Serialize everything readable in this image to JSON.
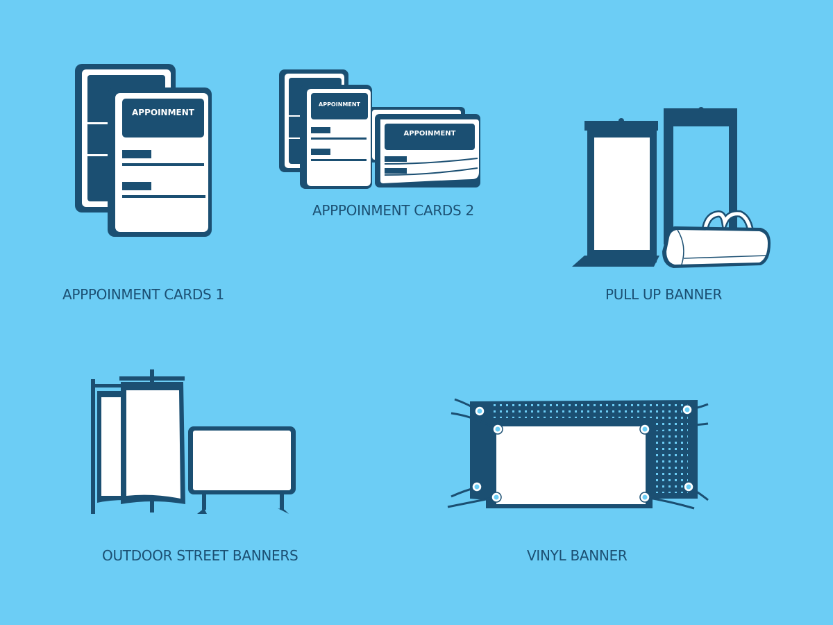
{
  "colors": {
    "background": "#6ccdf5",
    "dark": "#1b4f72",
    "white": "#ffffff"
  },
  "items": [
    {
      "id": "appointment-cards-1",
      "label": "APPPOINMENT CARDS 1",
      "card_text": "APPOINMENT"
    },
    {
      "id": "appointment-cards-2",
      "label": "APPPOINMENT CARDS 2",
      "card_text": "APPOINMENT"
    },
    {
      "id": "pull-up-banner",
      "label": "PULL UP BANNER"
    },
    {
      "id": "outdoor-street-banners",
      "label": "OUTDOOR STREET BANNERS"
    },
    {
      "id": "vinyl-banner",
      "label": "VINYL BANNER"
    }
  ]
}
